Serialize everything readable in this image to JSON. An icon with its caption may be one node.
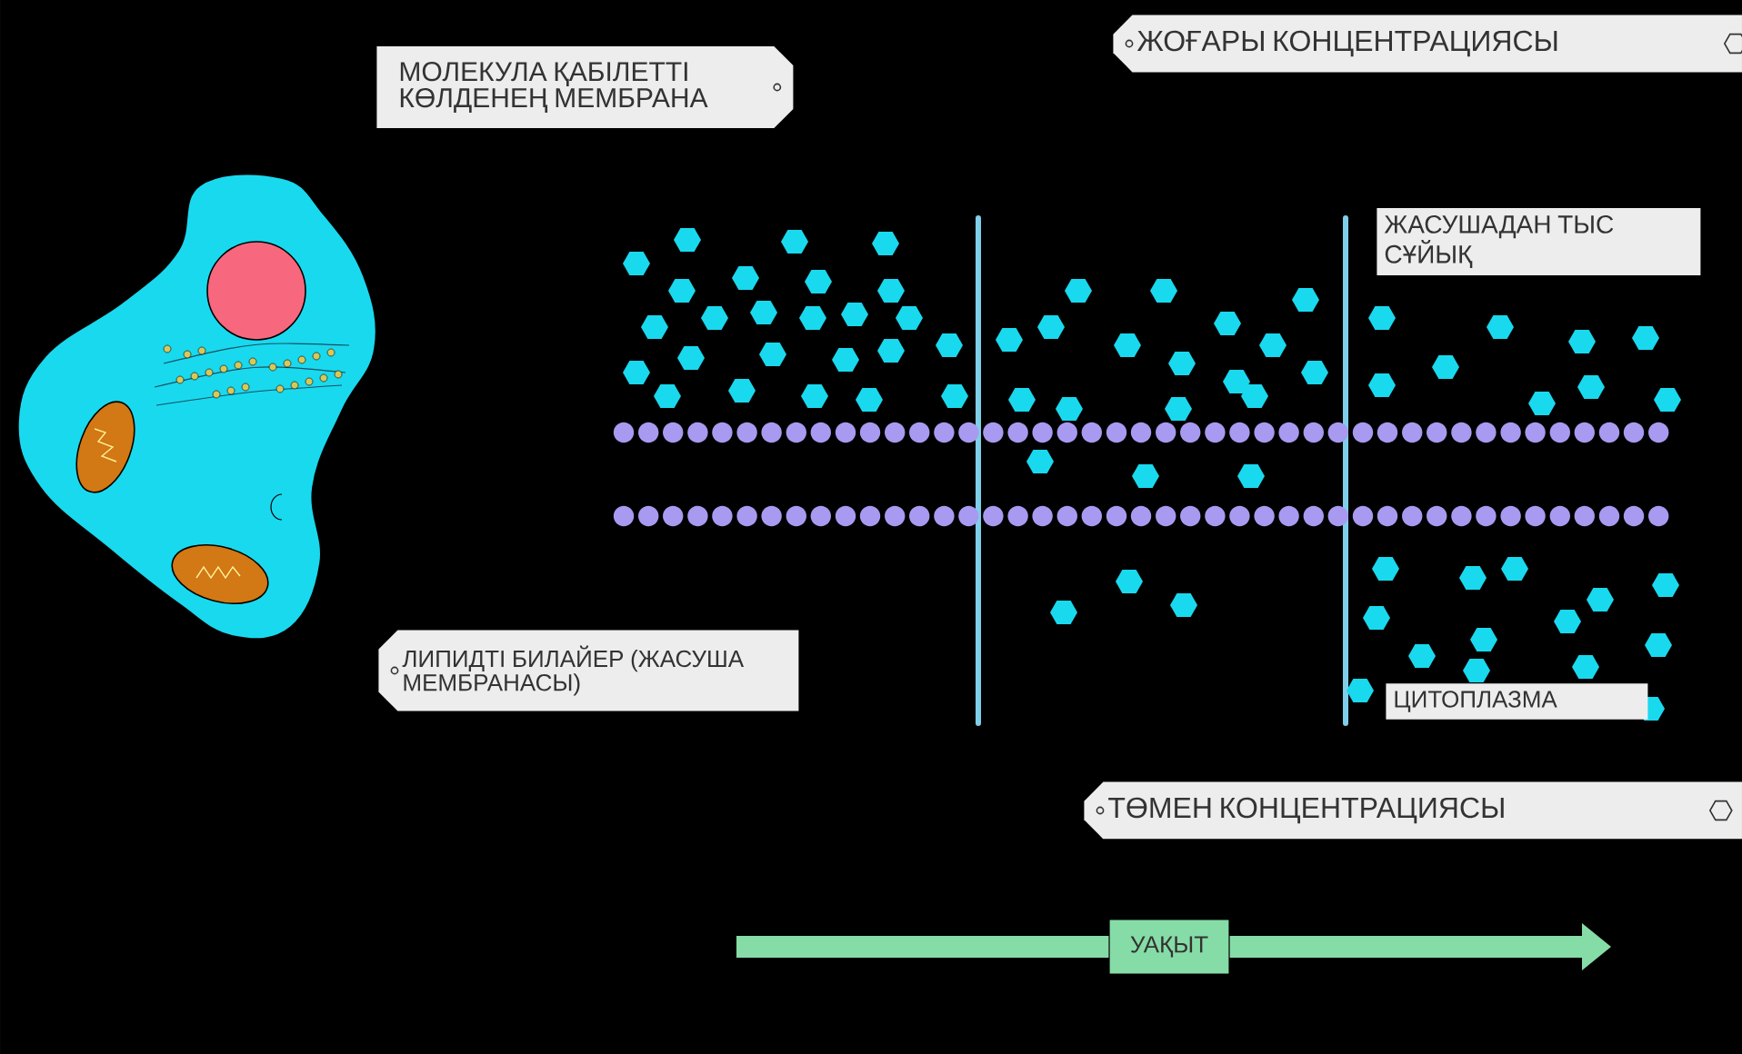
{
  "diagram": {
    "nodes": [
      {
        "text": [
          "МОЛЕКУЛА ҚАБІЛЕТТІ КӨЛДЕНЕҢ МЕМБРАНА"
        ]
      },
      {
        "text": [
          "ЖОҒАРЫ КОНЦЕНТРАЦИЯСЫ"
        ]
      },
      {
        "text": [
          "ЖАСУШАДАН ТЫС СҰЙЫҚ"
        ]
      },
      {
        "text": [
          "ЛИПИДТІ БИЛАЙЕР (ЖАСУША МЕМБРАНАСЫ)"
        ]
      },
      {
        "text": [
          "ЦИТОПЛАЗМА"
        ]
      },
      {
        "text": [
          "ТӨМЕН КОНЦЕНТРАЦИЯСЫ"
        ]
      },
      {
        "text": [
          "УАҚЫТ"
        ]
      }
    ]
  }
}
